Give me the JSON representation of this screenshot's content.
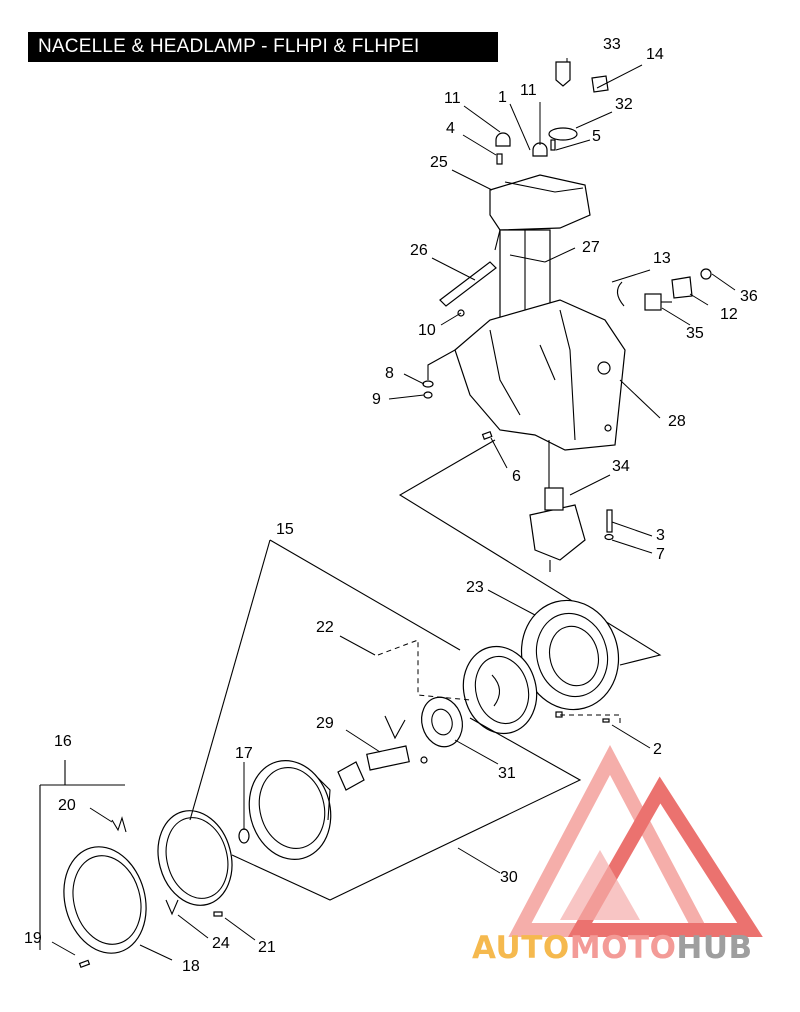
{
  "title": "NACELLE & HEADLAMP - FLHPI & FLHPEI",
  "callouts": [
    {
      "id": "c33",
      "text": "33"
    },
    {
      "id": "c14",
      "text": "14"
    },
    {
      "id": "c11a",
      "text": "11"
    },
    {
      "id": "c1",
      "text": "1"
    },
    {
      "id": "c11b",
      "text": "11"
    },
    {
      "id": "c32",
      "text": "32"
    },
    {
      "id": "c4",
      "text": "4"
    },
    {
      "id": "c5",
      "text": "5"
    },
    {
      "id": "c25",
      "text": "25"
    },
    {
      "id": "c26",
      "text": "26"
    },
    {
      "id": "c27",
      "text": "27"
    },
    {
      "id": "c13",
      "text": "13"
    },
    {
      "id": "c36",
      "text": "36"
    },
    {
      "id": "c12",
      "text": "12"
    },
    {
      "id": "c10",
      "text": "10"
    },
    {
      "id": "c35",
      "text": "35"
    },
    {
      "id": "c8",
      "text": "8"
    },
    {
      "id": "c9",
      "text": "9"
    },
    {
      "id": "c28",
      "text": "28"
    },
    {
      "id": "c6",
      "text": "6"
    },
    {
      "id": "c34",
      "text": "34"
    },
    {
      "id": "c3",
      "text": "3"
    },
    {
      "id": "c7",
      "text": "7"
    },
    {
      "id": "c15",
      "text": "15"
    },
    {
      "id": "c23",
      "text": "23"
    },
    {
      "id": "c22",
      "text": "22"
    },
    {
      "id": "c2",
      "text": "2"
    },
    {
      "id": "c29",
      "text": "29"
    },
    {
      "id": "c16",
      "text": "16"
    },
    {
      "id": "c17",
      "text": "17"
    },
    {
      "id": "c31",
      "text": "31"
    },
    {
      "id": "c20",
      "text": "20"
    },
    {
      "id": "c30",
      "text": "30"
    },
    {
      "id": "c19",
      "text": "19"
    },
    {
      "id": "c24",
      "text": "24"
    },
    {
      "id": "c21",
      "text": "21"
    },
    {
      "id": "c18",
      "text": "18"
    }
  ],
  "watermark": {
    "part1": "AUTO",
    "part2": "MOTO",
    "part3": "HUB"
  },
  "colors": {
    "watermark_red": "#e85a56",
    "watermark_pink": "#f4a09c",
    "watermark_yellow": "#f5b94e",
    "watermark_gray": "#9e9e9e"
  }
}
